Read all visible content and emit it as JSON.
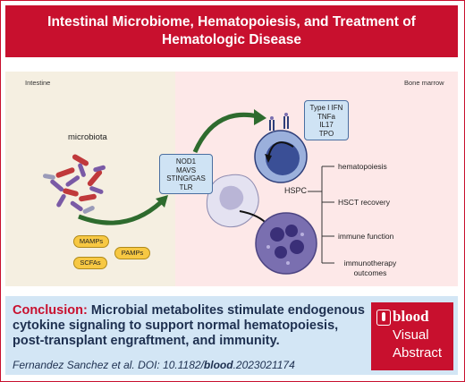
{
  "header": {
    "title": "Intestinal Microbiome, Hematopoiesis, and Treatment of Hematologic Disease"
  },
  "left_panel": {
    "label": "Intestine",
    "microbiota_label": "microbiota",
    "signals": [
      "MAMPs",
      "PAMPs",
      "SCFAs"
    ]
  },
  "receptors_box": {
    "lines": [
      "NOD1",
      "MAVS",
      "STING/GAS",
      "TLR"
    ]
  },
  "right_panel": {
    "label": "Bone marrow",
    "cytokines_box": {
      "lines": [
        "Type I IFN",
        "TNFa",
        "IL17",
        "TPO"
      ]
    },
    "cell_label": "HSPC",
    "outcomes": [
      "hematopoiesis",
      "HSCT recovery",
      "immune function",
      "immunotherapy outcomes"
    ]
  },
  "conclusion": {
    "lead": "Conclusion:",
    "text": "Microbial metabolites stimulate endogenous cytokine signaling to support normal hematopoiesis, post-transplant engraftment, and immunity.",
    "citation_pre": "Fernandez Sanchez et al. DOI: 10.1182/",
    "citation_journal": "blood",
    "citation_post": ".2023021174"
  },
  "badge": {
    "brand": "blood",
    "line1": "Visual",
    "line2": "Abstract"
  },
  "colors": {
    "brand_red": "#c8102e",
    "box_blue": "#cfe3f4",
    "pill_yellow": "#f7c843",
    "arrow_green": "#2e6b2e"
  }
}
